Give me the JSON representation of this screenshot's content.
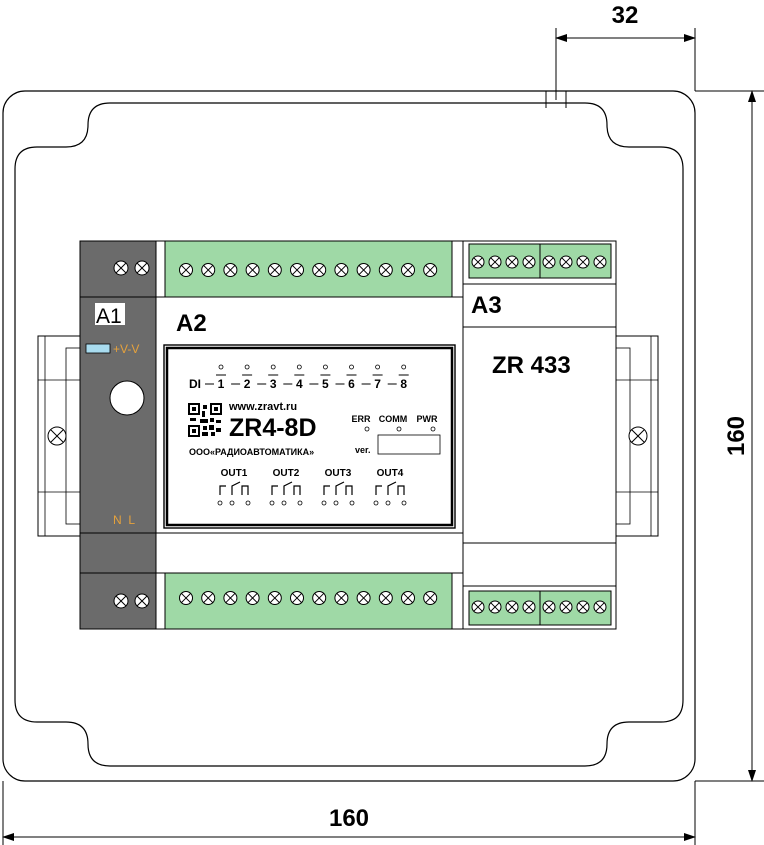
{
  "dimensions": {
    "top": "32",
    "bottom": "160",
    "right": "160"
  },
  "modules": {
    "a1": {
      "label": "A1",
      "supply": "+V-V",
      "mains": "N  L"
    },
    "a2": {
      "label": "A2",
      "din_prefix": "DI",
      "din_numbers": [
        "1",
        "2",
        "3",
        "4",
        "5",
        "6",
        "7",
        "8"
      ],
      "website": "www.zravt.ru",
      "model": "ZR4-8D",
      "company": "ООО«РАДИОАВТОМАТИКА»",
      "status_leds": [
        "ERR",
        "COMM",
        "PWR"
      ],
      "version_label": "ver.",
      "outputs": [
        "OUT1",
        "OUT2",
        "OUT3",
        "OUT4"
      ]
    },
    "a3": {
      "label": "A3",
      "model": "ZR 433"
    }
  },
  "colors": {
    "terminal_green": "#9fd9a6",
    "power_module": "#6b6b6b",
    "led_blue": "#a9dcef"
  }
}
